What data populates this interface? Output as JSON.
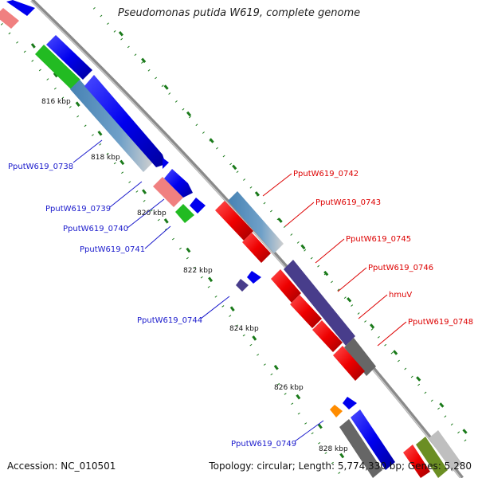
{
  "title": "Pseudomonas putida W619, complete genome",
  "accession": "Accession: NC_010501",
  "topology": "Topology: circular; Length: 5,774,330 bp; Genes: 5,280",
  "ticks": [
    "816 kbp",
    "818 kbp",
    "820 kbp",
    "822 kbp",
    "824 kbp",
    "826 kbp",
    "828 kbp"
  ],
  "gene_labels_blue": [
    "PputW619_0738",
    "PputW619_0739",
    "PputW619_0740",
    "PputW619_0741",
    "PputW619_0744",
    "PputW619_0749"
  ],
  "gene_labels_red": [
    "PputW619_0742",
    "PputW619_0743",
    "PputW619_0745",
    "PputW619_0746",
    "hmuV",
    "PputW619_0748"
  ],
  "colors": {
    "blue_gene": "#0000ee",
    "red_gene": "#ee0000",
    "steel_blue": "#4682b4",
    "pink": "#f08080",
    "green": "#22bb22",
    "dark_purple": "#483d8b",
    "orange": "#ff8c00",
    "gray": "#666666",
    "olive": "#6b8e23",
    "backbone": "#808080",
    "dots": "#1a7a1a",
    "label_blue": "#1a1acc",
    "label_red": "#dd0000"
  }
}
